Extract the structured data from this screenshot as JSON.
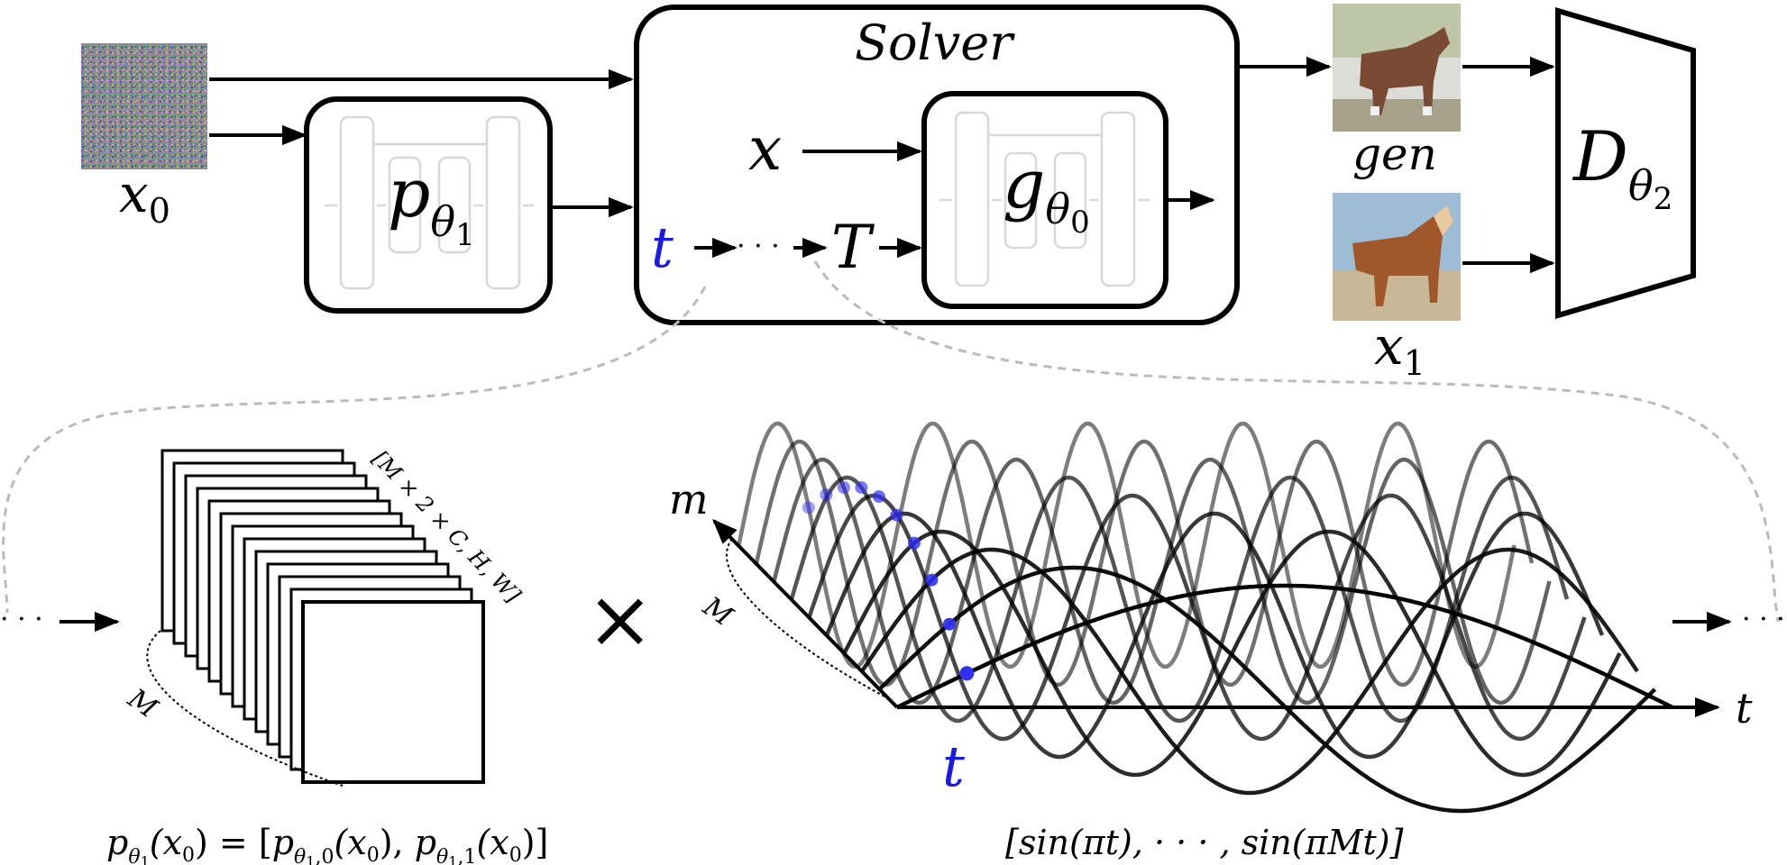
{
  "labels": {
    "x0": "x",
    "x0_sub": "0",
    "p": "p",
    "theta": "θ",
    "p_sub": "1",
    "solver": "Solver",
    "x": "x",
    "t": "t",
    "T": "T",
    "g": "g",
    "g_sub": "0",
    "gen": "gen",
    "x1": "x",
    "x1_sub": "1",
    "D": "D",
    "D_sub": "2",
    "m": "m",
    "M": "M",
    "t_axis": "t",
    "t_mark": "t",
    "times": "×",
    "dots": "· · ·",
    "stack_shape": "[M × 2 × C, H, W]",
    "sin_formula": "[sin(πt), · · · , sin(πMt)]"
  },
  "formula_p": {
    "lhs_p": "p",
    "lhs_theta": "θ",
    "lhs_sub": "1",
    "lhs_arg": "(x",
    "lhs_arg_sub": "0",
    "lhs_close": ") = [",
    "a_p": "p",
    "a_sub": "θ",
    "a_sub2": "1",
    "a_sub3": ",0",
    "a_arg": "(x",
    "a_arg_sub": "0",
    "a_close": "), ",
    "b_p": "p",
    "b_sub": "θ",
    "b_sub2": "1",
    "b_sub3": ",1",
    "b_arg": "(x",
    "b_arg_sub": "0",
    "b_close": ")]"
  },
  "colors": {
    "ink": "#000000",
    "accent": "#1a1ae6",
    "dot": "#3030f0",
    "faded": "#d8d8d8",
    "dashed": "#bbbbbb"
  },
  "images": {
    "noise": "noise-image",
    "generated": "generated-horse-image",
    "real": "real-horse-image"
  },
  "wave_count": 10
}
